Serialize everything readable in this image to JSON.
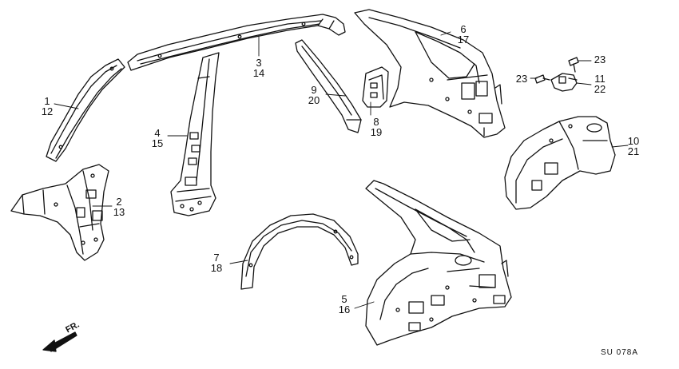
{
  "diagram": {
    "callouts": [
      {
        "id": "p1",
        "top": "1",
        "bottom": "12"
      },
      {
        "id": "p2",
        "top": "2",
        "bottom": "13"
      },
      {
        "id": "p3",
        "top": "3",
        "bottom": "14"
      },
      {
        "id": "p4",
        "top": "4",
        "bottom": "15"
      },
      {
        "id": "p5",
        "top": "5",
        "bottom": "16"
      },
      {
        "id": "p6",
        "top": "6",
        "bottom": "17"
      },
      {
        "id": "p7",
        "top": "7",
        "bottom": "18"
      },
      {
        "id": "p8",
        "top": "8",
        "bottom": "19"
      },
      {
        "id": "p9",
        "top": "9",
        "bottom": "20"
      },
      {
        "id": "p10",
        "top": "10",
        "bottom": "21"
      },
      {
        "id": "p11",
        "top": "11",
        "bottom": "22"
      },
      {
        "id": "p23a",
        "top": "23"
      },
      {
        "id": "p23b",
        "top": "23"
      }
    ],
    "front_indicator": "FR.",
    "drawing_code": "SU 078A"
  },
  "colors": {
    "line": "#111111",
    "background": "#ffffff"
  }
}
